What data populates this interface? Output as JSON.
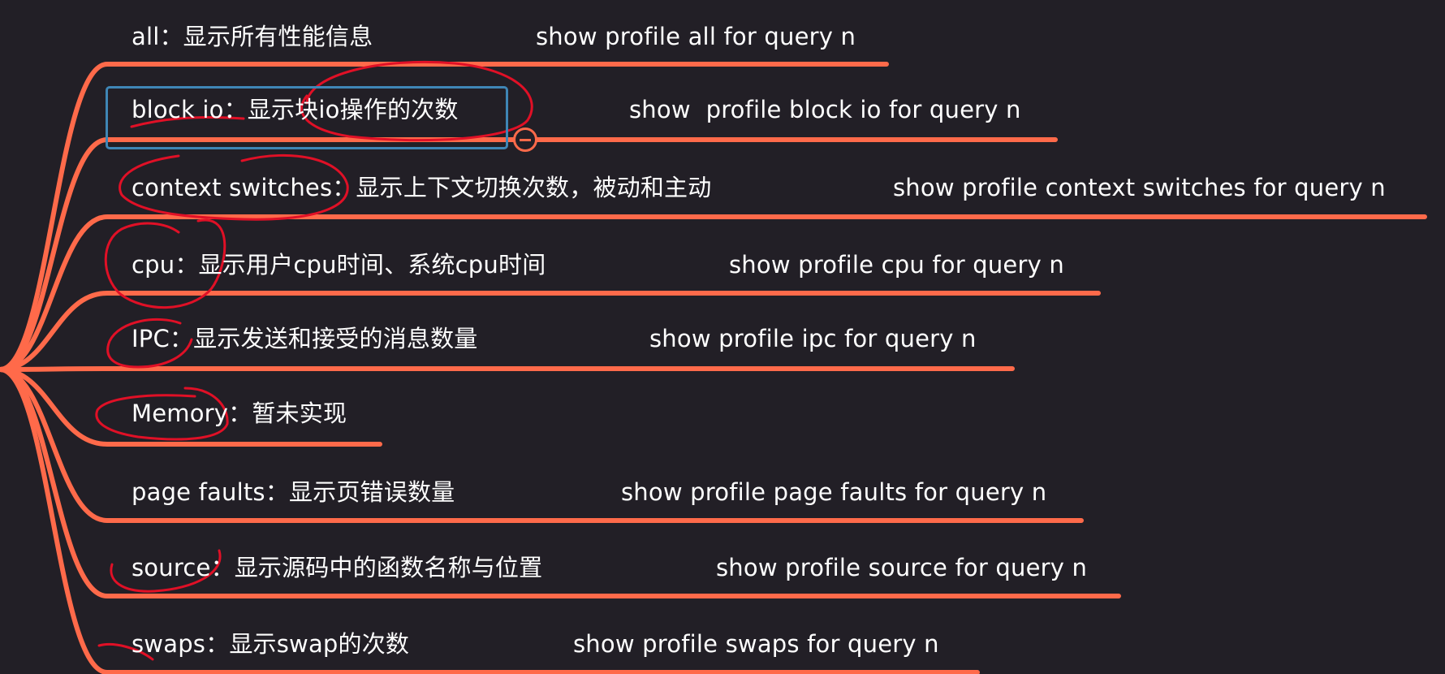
{
  "colors": {
    "background": "#221f26",
    "branch": "#ff6a4a",
    "selection": "#3f86b6",
    "annotation": "#e01026",
    "text": "#ffffff"
  },
  "nodes": [
    {
      "id": "all",
      "label": "all：显示所有性能信息",
      "command": "show profile all for query n"
    },
    {
      "id": "block-io",
      "label": "block io：显示块io操作的次数",
      "command": "show  profile block io for query n"
    },
    {
      "id": "context-switches",
      "label": "context switches：显示上下文切换次数，被动和主动",
      "command": "show profile context switches for query n"
    },
    {
      "id": "cpu",
      "label": "cpu：显示用户cpu时间、系统cpu时间",
      "command": "show profile cpu for query n"
    },
    {
      "id": "ipc",
      "label": "IPC：显示发送和接受的消息数量",
      "command": "show profile ipc for query n"
    },
    {
      "id": "memory",
      "label": "Memory：暂未实现",
      "command": ""
    },
    {
      "id": "page-faults",
      "label": "page faults：显示页错误数量",
      "command": "show profile page faults for query n"
    },
    {
      "id": "source",
      "label": "source：显示源码中的函数名称与位置",
      "command": "show profile source for query n"
    },
    {
      "id": "swaps",
      "label": "swaps：显示swap的次数",
      "command": "show profile swaps for query n"
    }
  ]
}
